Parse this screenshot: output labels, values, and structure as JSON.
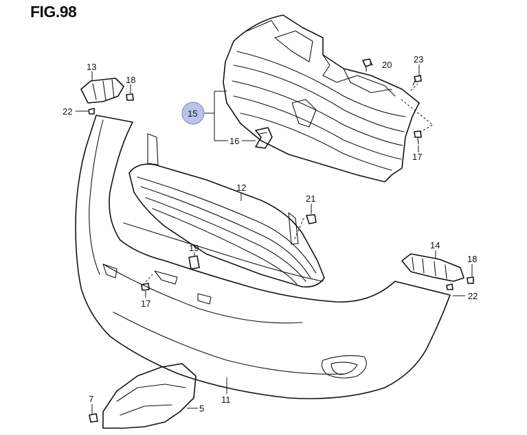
{
  "figure": {
    "title": "FIG.98"
  },
  "callouts": {
    "c5": "5",
    "c7": "7",
    "c11": "11",
    "c12": "12",
    "c13": "13",
    "c14": "14",
    "c15": "15",
    "c16": "16",
    "c17a": "17",
    "c17b": "17",
    "c18a": "18",
    "c18b": "18",
    "c19": "19",
    "c20": "20",
    "c21": "21",
    "c22a": "22",
    "c22b": "22",
    "c23": "23"
  },
  "colors": {
    "highlight": "#b9c3ea",
    "line": "#111111"
  }
}
